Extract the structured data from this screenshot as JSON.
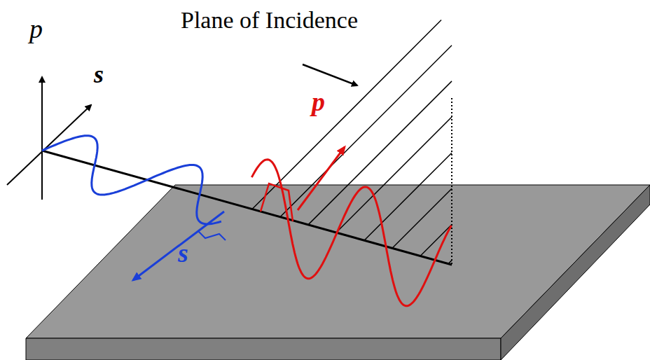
{
  "diagram": {
    "labels": [
      "p",
      "s",
      "Plane of Incidence",
      "p",
      "s"
    ]
  }
}
